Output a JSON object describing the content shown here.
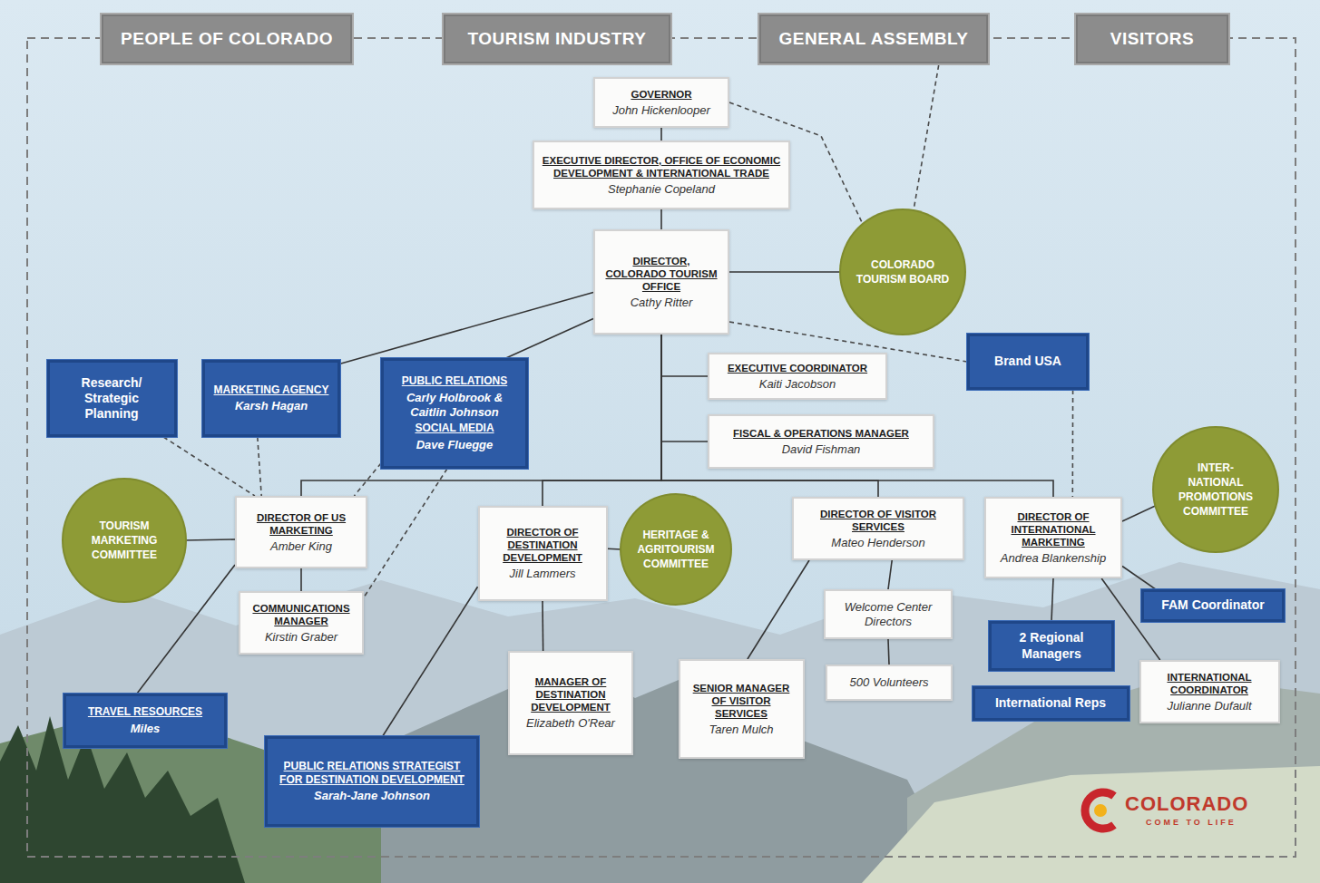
{
  "diagram": {
    "nodes": [
      {
        "text": [
          "PEOPLE OF COLORADO"
        ]
      },
      {
        "text": [
          "TOURISM INDUSTRY"
        ]
      },
      {
        "text": [
          "GENERAL ASSEMBLY"
        ]
      },
      {
        "text": [
          "VISITORS"
        ]
      },
      {
        "text": [
          "GOVERNOR",
          "John Hickenlooper"
        ]
      },
      {
        "text": [
          "EXECUTIVE DIRECTOR, OFFICE OF ECONOMIC DEVELOPMENT & INTERNATIONAL TRADE",
          "Stephanie Copeland"
        ]
      },
      {
        "text": [
          "DIRECTOR, COLORADO TOURISM OFFICE",
          "Cathy Ritter"
        ]
      },
      {
        "text": [
          "COLORADO TOURISM BOARD"
        ]
      },
      {
        "text": [
          "Brand USA"
        ]
      },
      {
        "text": [
          "EXECUTIVE COORDINATOR",
          "Kaiti Jacobson"
        ]
      },
      {
        "text": [
          "FISCAL & OPERATIONS MANAGER",
          "David Fishman"
        ]
      },
      {
        "text": [
          "Research/ Strategic Planning"
        ]
      },
      {
        "text": [
          "MARKETING AGENCY",
          "Karsh Hagan"
        ]
      },
      {
        "text": [
          "PUBLIC RELATIONS",
          "Carly Holbrook & Caitlin Johnson",
          "SOCIAL MEDIA",
          "Dave Fluegge"
        ]
      },
      {
        "text": [
          "TOURISM MARKETING COMMITTEE"
        ]
      },
      {
        "text": [
          "DIRECTOR OF US MARKETING",
          "Amber King"
        ]
      },
      {
        "text": [
          "DIRECTOR OF DESTINATION DEVELOPMENT",
          "Jill Lammers"
        ]
      },
      {
        "text": [
          "HERITAGE & AGRITOURISM COMMITTEE"
        ]
      },
      {
        "text": [
          "DIRECTOR OF VISITOR SERVICES",
          "Mateo Henderson"
        ]
      },
      {
        "text": [
          "DIRECTOR OF INTERNATIONAL MARKETING",
          "Andrea Blankenship"
        ]
      },
      {
        "text": [
          "INTER- NATIONAL PROMOTIONS COMMITTEE"
        ]
      },
      {
        "text": [
          "COMMUNICATIONS MANAGER",
          "Kirstin Graber"
        ]
      },
      {
        "text": [
          "FAM Coordinator"
        ]
      },
      {
        "text": [
          "Welcome Center Directors"
        ]
      },
      {
        "text": [
          "2 Regional Managers"
        ]
      },
      {
        "text": [
          "International Reps"
        ]
      },
      {
        "text": [
          "500 Volunteers"
        ]
      },
      {
        "text": [
          "INTERNATIONAL COORDINATOR",
          "Julianne Dufault"
        ]
      },
      {
        "text": [
          "TRAVEL RESOURCES",
          "Miles"
        ]
      },
      {
        "text": [
          "MANAGER OF DESTINATION DEVELOPMENT",
          "Elizabeth O'Rear"
        ]
      },
      {
        "text": [
          "SENIOR MANAGER OF VISITOR SERVICES",
          "Taren Mulch"
        ]
      },
      {
        "text": [
          "PUBLIC RELATIONS STRATEGIST FOR DESTINATION DEVELOPMENT",
          "Sarah-Jane Johnson"
        ]
      }
    ],
    "edges": [
      {
        "from": 4,
        "to": 5,
        "arrow": "none"
      },
      {
        "from": 5,
        "to": 6,
        "arrow": "none"
      },
      {
        "from": 6,
        "to": 7,
        "arrow": "none"
      },
      {
        "from": 4,
        "to": 7,
        "arrow": "none"
      },
      {
        "from": 2,
        "to": 7,
        "arrow": "none"
      },
      {
        "from": 6,
        "to": 8,
        "arrow": "none"
      },
      {
        "from": 6,
        "to": 9,
        "arrow": "none"
      },
      {
        "from": 6,
        "to": 10,
        "arrow": "none"
      },
      {
        "from": 6,
        "to": 15,
        "arrow": "none"
      },
      {
        "from": 6,
        "to": 16,
        "arrow": "none"
      },
      {
        "from": 6,
        "to": 18,
        "arrow": "none"
      },
      {
        "from": 6,
        "to": 19,
        "arrow": "none"
      },
      {
        "from": 6,
        "to": 12,
        "arrow": "none"
      },
      {
        "from": 6,
        "to": 13,
        "arrow": "none"
      },
      {
        "from": 11,
        "to": 15,
        "arrow": "none"
      },
      {
        "from": 12,
        "to": 15,
        "arrow": "none"
      },
      {
        "from": 13,
        "to": 15,
        "arrow": "none"
      },
      {
        "from": 13,
        "to": 21,
        "arrow": "none"
      },
      {
        "from": 14,
        "to": 15,
        "arrow": "none"
      },
      {
        "from": 15,
        "to": 21,
        "arrow": "none"
      },
      {
        "from": 15,
        "to": 28,
        "arrow": "none"
      },
      {
        "from": 16,
        "to": 17,
        "arrow": "none"
      },
      {
        "from": 16,
        "to": 29,
        "arrow": "none"
      },
      {
        "from": 16,
        "to": 31,
        "arrow": "none"
      },
      {
        "from": 18,
        "to": 23,
        "arrow": "none"
      },
      {
        "from": 23,
        "to": 26,
        "arrow": "none"
      },
      {
        "from": 18,
        "to": 30,
        "arrow": "none"
      },
      {
        "from": 19,
        "to": 20,
        "arrow": "none"
      },
      {
        "from": 19,
        "to": 24,
        "arrow": "none"
      },
      {
        "from": 19,
        "to": 22,
        "arrow": "none"
      },
      {
        "from": 19,
        "to": 27,
        "arrow": "none"
      },
      {
        "from": 8,
        "to": 19,
        "arrow": "none"
      }
    ],
    "labels": [
      "COLORADO",
      "COME TO LIFE"
    ]
  }
}
